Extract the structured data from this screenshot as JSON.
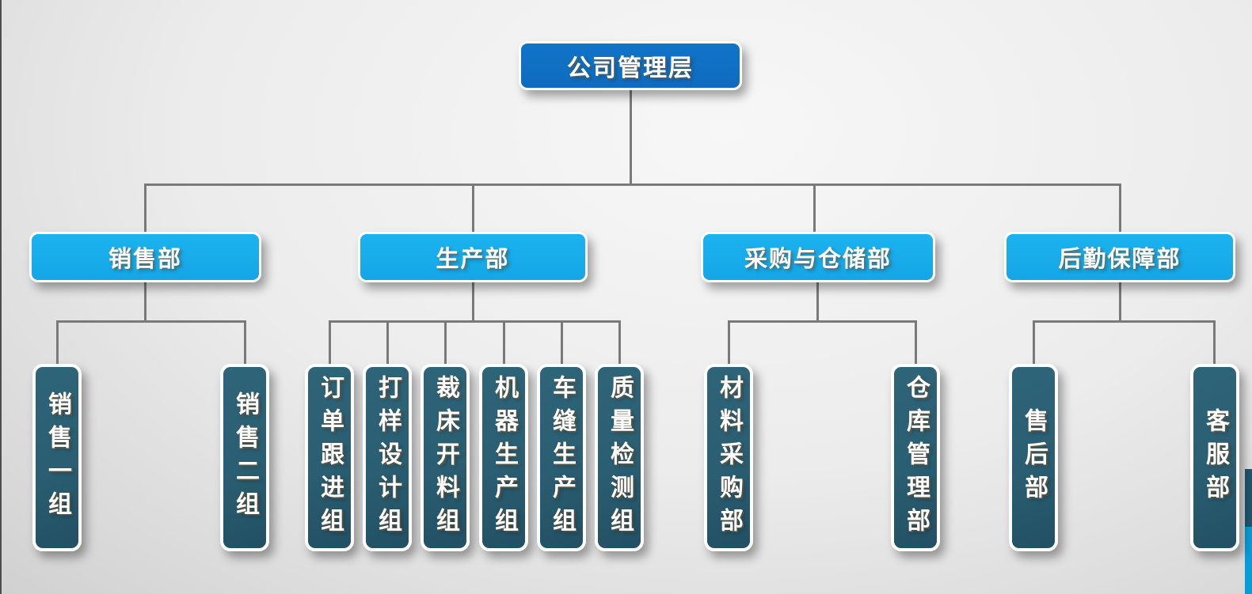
{
  "org_chart": {
    "root": {
      "label": "公司管理层"
    },
    "departments": [
      {
        "label": "销售部",
        "children": [
          {
            "label": "销售一组"
          },
          {
            "label": "销售二组"
          }
        ]
      },
      {
        "label": "生产部",
        "children": [
          {
            "label": "订单跟进组"
          },
          {
            "label": "打样设计组"
          },
          {
            "label": "裁床开料组"
          },
          {
            "label": "机器生产组"
          },
          {
            "label": "车缝生产组"
          },
          {
            "label": "质量检测组"
          }
        ]
      },
      {
        "label": "采购与仓储部",
        "children": [
          {
            "label": "材料采购部"
          },
          {
            "label": "仓库管理部"
          }
        ]
      },
      {
        "label": "后勤保障部",
        "children": [
          {
            "label": "售后部"
          },
          {
            "label": "客服部"
          }
        ]
      }
    ],
    "colors": {
      "root_fill": "#1172c4",
      "department_fill": "#18aeec",
      "team_fill": "#2a5e72",
      "connector": "#7a7a7a",
      "text": "#ffffff",
      "edge_line": "#4d4d4d",
      "edge_ribbon_teal": "#1f566c",
      "edge_ribbon_blue": "#0a9cd8"
    }
  }
}
